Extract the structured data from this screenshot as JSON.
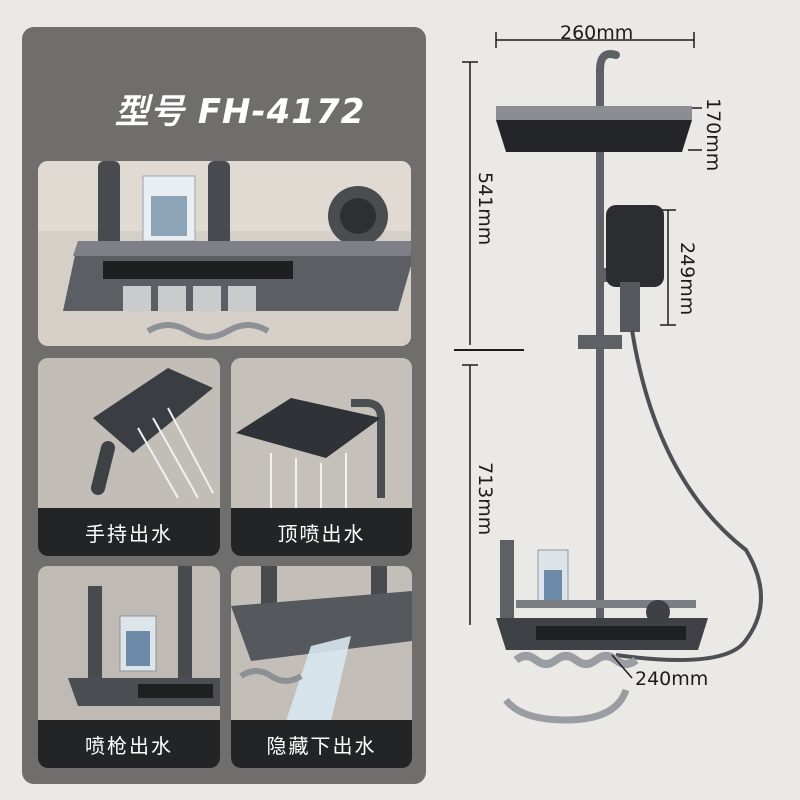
{
  "model": {
    "label": "型号 FH-4172"
  },
  "tiles": [
    {
      "caption": "手持出水",
      "icon": "handheld-spray-icon"
    },
    {
      "caption": "顶喷出水",
      "icon": "overhead-spray-icon"
    },
    {
      "caption": "喷枪出水",
      "icon": "spray-gun-icon"
    },
    {
      "caption": "隐藏下出水",
      "icon": "hidden-bottom-outlet-icon"
    }
  ],
  "dimensions": {
    "top_width": "260mm",
    "head_height": "170mm",
    "upper_height": "541mm",
    "handheld_span": "249mm",
    "lower_height": "713mm",
    "shelf_depth": "240mm"
  },
  "colors": {
    "panel": "#6f6e6d",
    "caption_bg": "#232425",
    "fixture_gray": "#5d6166",
    "background": "#ebe9e6"
  }
}
